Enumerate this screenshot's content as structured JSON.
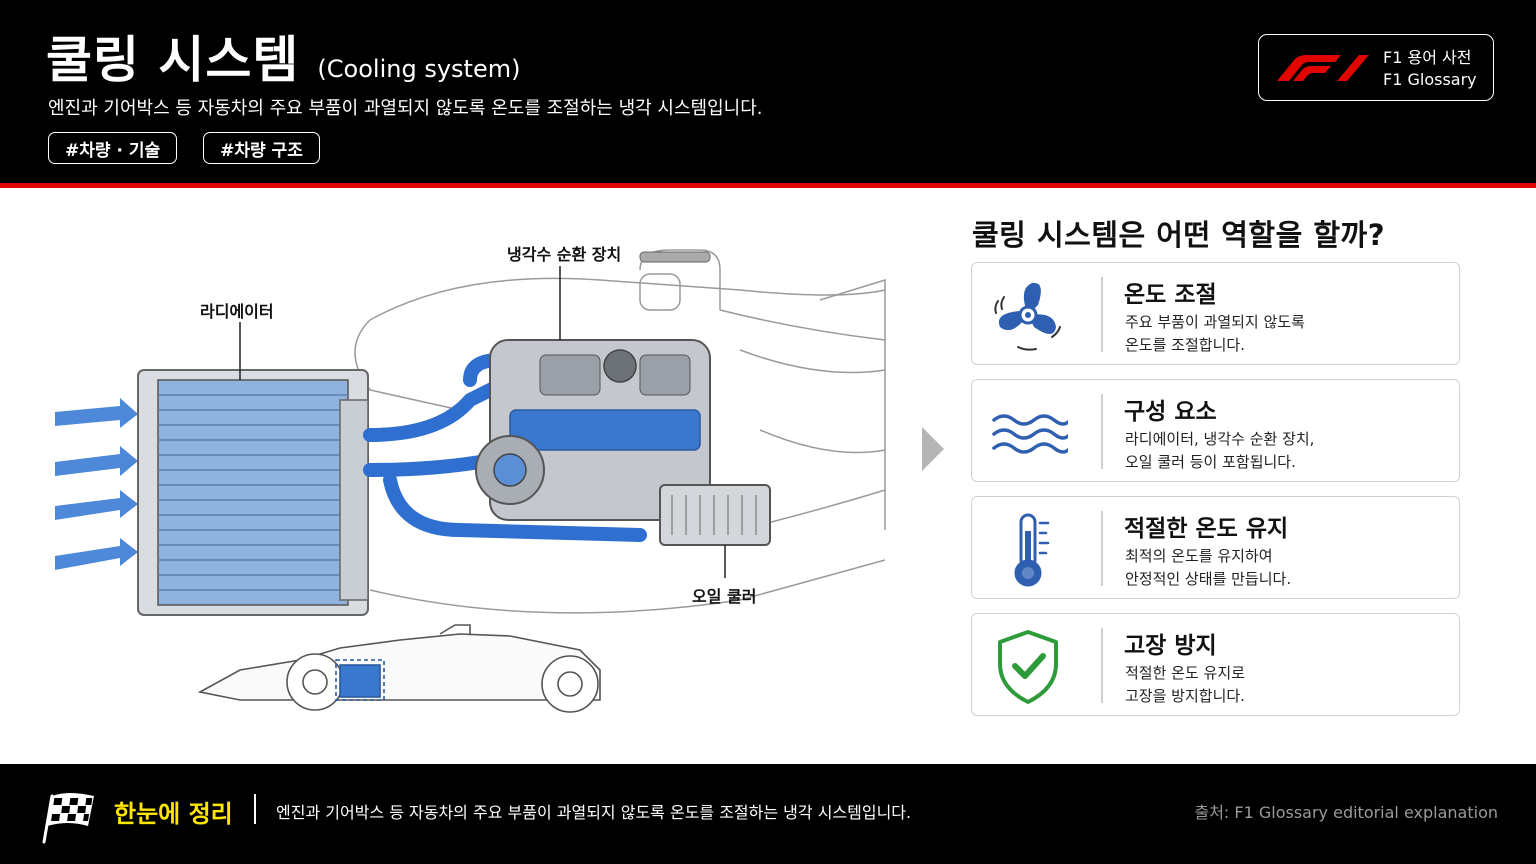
{
  "header": {
    "title_ko": "쿨링 시스템",
    "title_en": "(Cooling system)",
    "subtitle": "엔진과 기어박스 등 자동차의 주요 부품이 과열되지 않도록 온도를 조절하는 냉각 시스템입니다.",
    "tags": [
      "#차량 · 기술",
      "#차량 구조"
    ],
    "brand_line1": "F1 용어 사전",
    "brand_line2": "F1 Glossary"
  },
  "diagram": {
    "labels": {
      "pump": "냉각수 순환 장치",
      "radiator": "라디에이터",
      "oil_cooler": "오일 쿨러"
    },
    "accent_color": "#2f6fd0"
  },
  "panel": {
    "title": "쿨링 시스템은 어떤 역할을 할까?",
    "cards": [
      {
        "icon": "fan-icon",
        "title": "온도 조절",
        "desc": "주요 부품이 과열되지 않도록\n온도를 조절합니다."
      },
      {
        "icon": "coolant-waves-icon",
        "title": "구성 요소",
        "desc": "라디에이터, 냉각수 순환 장치,\n오일 쿨러 등이 포함됩니다."
      },
      {
        "icon": "thermometer-icon",
        "title": "적절한 온도 유지",
        "desc": "최적의 온도를 유지하여\n안정적인 상태를 만듭니다."
      },
      {
        "icon": "shield-check-icon",
        "title": "고장 방지",
        "desc": "적절한 온도 유지로\n고장을 방지합니다."
      }
    ]
  },
  "footer": {
    "title": "한눈에 정리",
    "text": "엔진과 기어박스 등 자동차의 주요 부품이 과열되지 않도록 온도를 조절하는 냉각 시스템입니다.",
    "source": "출처: F1 Glossary editorial explanation"
  },
  "colors": {
    "header_bg": "#000000",
    "accent_red": "#e10600",
    "coolant_blue": "#2f6fd0",
    "footer_highlight": "#ffe600",
    "check_green": "#2e9b3a"
  }
}
